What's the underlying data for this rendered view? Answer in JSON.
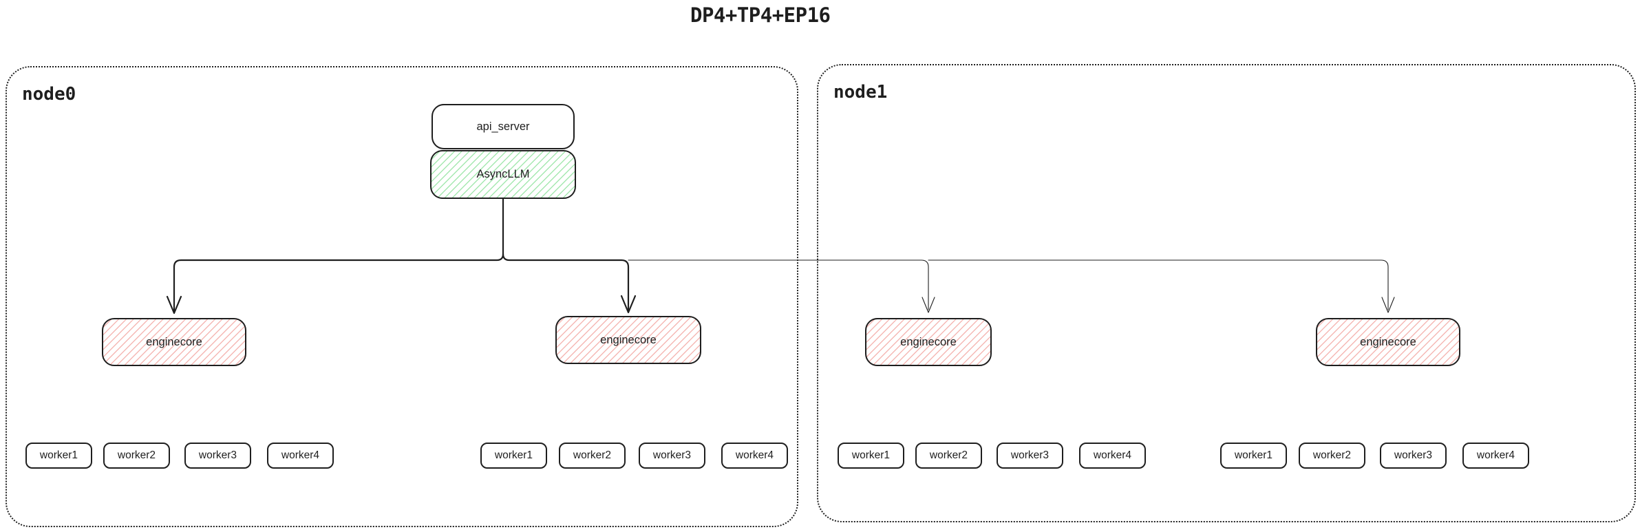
{
  "title": "DP4+TP4+EP16",
  "node0": {
    "label": "node0",
    "api_server": {
      "label": "api_server"
    },
    "async_llm": {
      "label": "AsyncLLM"
    },
    "enginecores": [
      {
        "label": "enginecore",
        "workers": [
          "worker1",
          "worker2",
          "worker3",
          "worker4"
        ]
      },
      {
        "label": "enginecore",
        "workers": [
          "worker1",
          "worker2",
          "worker3",
          "worker4"
        ]
      }
    ]
  },
  "node1": {
    "label": "node1",
    "enginecores": [
      {
        "label": "enginecore",
        "workers": [
          "worker1",
          "worker2",
          "worker3",
          "worker4"
        ]
      },
      {
        "label": "enginecore",
        "workers": [
          "worker1",
          "worker2",
          "worker3",
          "worker4"
        ]
      }
    ]
  },
  "colors": {
    "stroke": "#1e1e1e",
    "async_llm_hatch": "#a5e8b0",
    "enginecore_hatch": "#f5b8b4",
    "background": "#ffffff"
  }
}
